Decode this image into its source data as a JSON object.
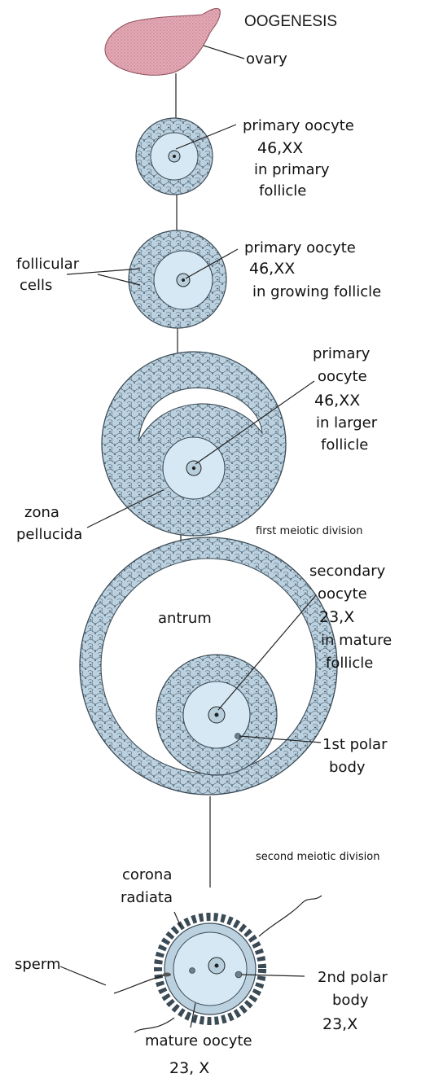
{
  "title": "OOGENESIS",
  "labels": {
    "ovary": "ovary",
    "primary_oocyte_1": "primary oocyte",
    "karyo_1": "46,XX",
    "in_primary_1": "in primary",
    "in_primary_2": "follicle",
    "follicular_1": "follicular",
    "follicular_2": "cells",
    "primary_oocyte_2": "primary oocyte",
    "karyo_2": "46,XX",
    "growing": "in growing follicle",
    "primary_3a": "primary",
    "primary_3b": "oocyte",
    "karyo_3": "46,XX",
    "larger_1": "in larger",
    "larger_2": "follicle",
    "zona_1": "zona",
    "zona_2": "pellucida",
    "first_div": "first meiotic division",
    "secondary_1": "secondary",
    "secondary_2": "oocyte",
    "karyo_4": "23,X",
    "mature_f1": "in mature",
    "mature_f2": "follicle",
    "antrum": "antrum",
    "polar1_1": "1st polar",
    "polar1_2": "body",
    "second_div": "second meiotic division",
    "corona_1": "corona",
    "corona_2": "radiata",
    "sperm": "sperm",
    "polar2_1": "2nd polar",
    "polar2_2": "body",
    "karyo_5": "23,X",
    "mature_oocyte": "mature oocyte",
    "karyo_6": "23, X"
  },
  "colors": {
    "ovary": "#d99aa6",
    "cells": "#b9cedc",
    "oocyte": "#d6e8f3",
    "line": "#222222"
  }
}
